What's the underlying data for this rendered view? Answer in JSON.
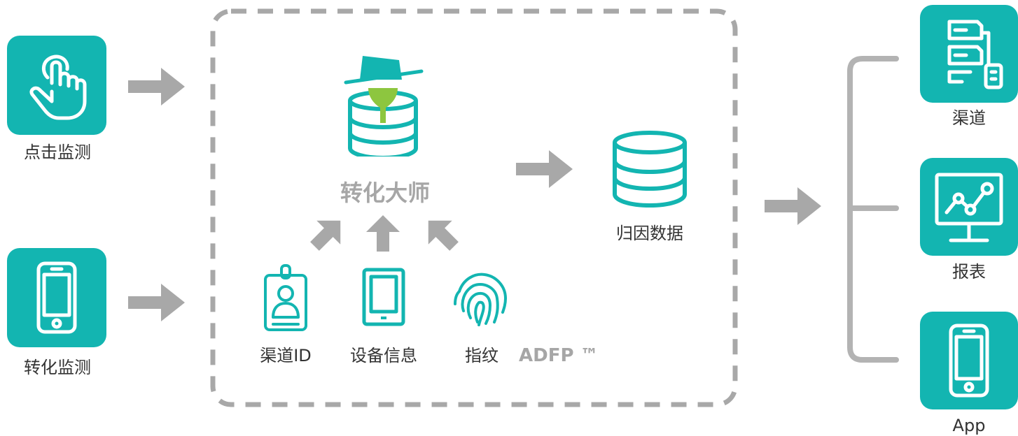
{
  "inputs": [
    {
      "label": "点击监测",
      "icon": "hand-pointer-icon"
    },
    {
      "label": "转化监测",
      "icon": "smartphone-icon"
    }
  ],
  "engine": {
    "label": "转化大师",
    "icon": "detective-database-icon"
  },
  "signals": [
    {
      "label": "渠道ID",
      "icon": "id-badge-icon"
    },
    {
      "label": "设备信息",
      "icon": "tablet-icon"
    },
    {
      "label": "指纹",
      "icon": "fingerprint-icon"
    }
  ],
  "signals_brand": "ADFP ™",
  "result": {
    "label": "归因数据",
    "icon": "database-icon"
  },
  "outputs": [
    {
      "label": "渠道",
      "icon": "server-channel-icon"
    },
    {
      "label": "报表",
      "icon": "chart-monitor-icon"
    },
    {
      "label": "App",
      "icon": "smartphone-icon"
    }
  ],
  "colors": {
    "accent": "#13b5b1",
    "arrow": "#a8a8a8",
    "label": "#333333",
    "hat_green": "#8dc63f"
  }
}
